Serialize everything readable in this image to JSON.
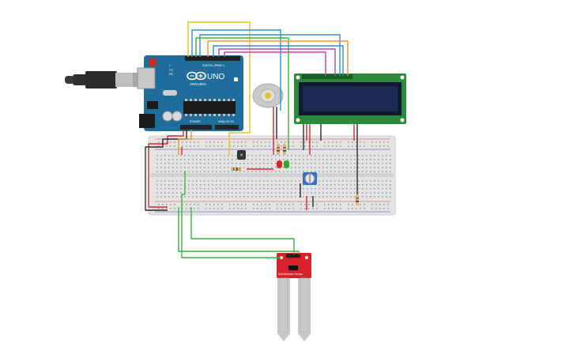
{
  "arduino": {
    "logo": "UNO",
    "brand": "ARDUINO",
    "digital_label": "DIGITAL (PWM~)",
    "power_label": "POWER",
    "analog_label": "ANALOG IN",
    "tx_label": "TX",
    "rx_label": "RX",
    "l_label": "L"
  },
  "sensor": {
    "label": "Soil Moisture Sensor"
  },
  "colors": {
    "arduino_board": "#1f6d9a",
    "breadboard": "#e4e4e4",
    "lcd_board": "#2a8a3a",
    "lcd_screen": "#1a2a52",
    "sensor_board": "#d6222a",
    "wire_yellow": "#e8c21b",
    "wire_blue": "#2f8fcf",
    "wire_green": "#3db43d",
    "wire_orange": "#e89a27",
    "wire_purple": "#9b4fc7",
    "wire_magenta": "#d63a9f",
    "wire_red": "#d9242a",
    "wire_black": "#2b2b2b"
  }
}
